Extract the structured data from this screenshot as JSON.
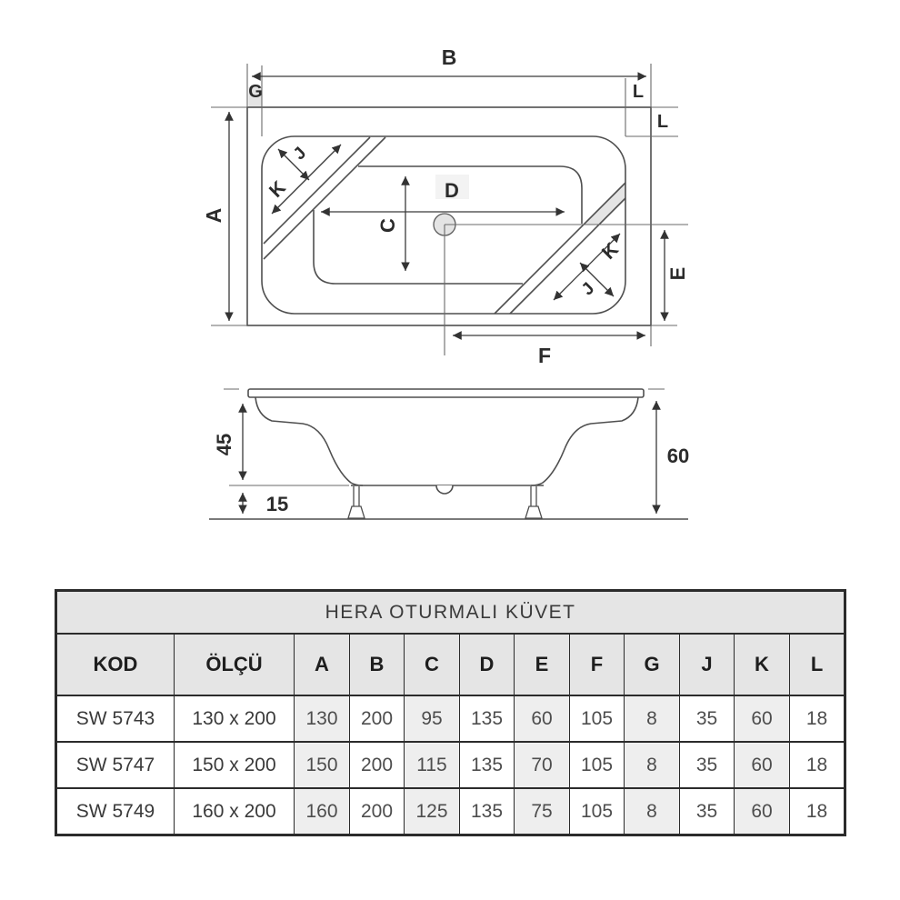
{
  "diagram": {
    "plan": {
      "b": "B",
      "g": "G",
      "l_right": "L",
      "l_top": "L",
      "a": "A",
      "k_tl": "K",
      "j_tl": "J",
      "d": "D",
      "c": "C",
      "k_br": "K",
      "j_br": "J",
      "e": "E",
      "f": "F"
    },
    "side": {
      "h45": "45",
      "h15": "15",
      "h60": "60"
    }
  },
  "table": {
    "title": "HERA OTURMALI KÜVET",
    "headers": [
      "KOD",
      "ÖLÇÜ",
      "A",
      "B",
      "C",
      "D",
      "E",
      "F",
      "G",
      "J",
      "K",
      "L"
    ],
    "rows": [
      [
        "SW 5743",
        "130 x 200",
        "130",
        "200",
        "95",
        "135",
        "60",
        "105",
        "8",
        "35",
        "60",
        "18"
      ],
      [
        "SW 5747",
        "150 x 200",
        "150",
        "200",
        "115",
        "135",
        "70",
        "105",
        "8",
        "35",
        "60",
        "18"
      ],
      [
        "SW 5749",
        "160 x 200",
        "160",
        "200",
        "125",
        "135",
        "75",
        "105",
        "8",
        "35",
        "60",
        "18"
      ]
    ]
  },
  "colors": {
    "outline": "#4f4f4f",
    "dimension": "#5c5c5c",
    "label_text": "#2b2b2b",
    "table_border": "#2b2b2b",
    "header_bg": "#e5e5e5",
    "shaded_cell_bg": "#eeeeee",
    "shaded_region": "#e4e4e4",
    "value_text": "#4d4d4d",
    "background": "#ffffff"
  }
}
